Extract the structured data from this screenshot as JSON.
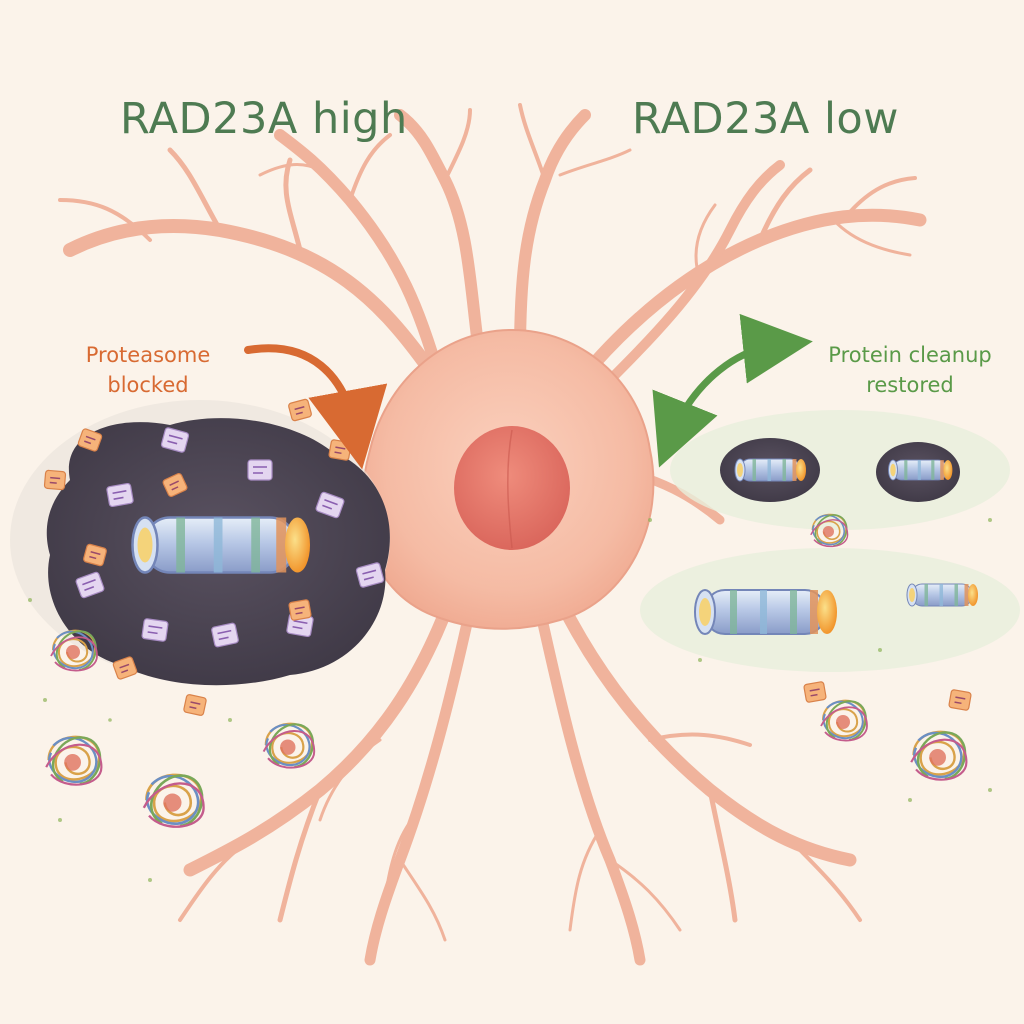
{
  "labels": {
    "left_heading": "RAD23A high",
    "right_heading": "RAD23A low",
    "left_caption": [
      "Proteasome",
      "blocked"
    ],
    "right_caption": [
      "Protein cleanup",
      "restored"
    ]
  },
  "colors": {
    "background": "#fbf3ea",
    "heading_green": "#4e7b52",
    "blocked_orange": "#d86a32",
    "restored_green": "#5a9a48",
    "neuron_pink": "#f4b9a2",
    "nucleus_red": "#e4776a",
    "aggregate_dark": "#4a4350",
    "clear_zone_green": "#eaf0dc"
  },
  "icons": {
    "left_arrow": "curved-arrow-down-icon",
    "right_arrow": "double-headed-curved-arrow-icon",
    "proteasome": "proteasome-cylinder-icon",
    "misfolded_protein": "tangled-protein-icon",
    "ubiquitin_tag": "ubiquitin-tag-icon"
  }
}
